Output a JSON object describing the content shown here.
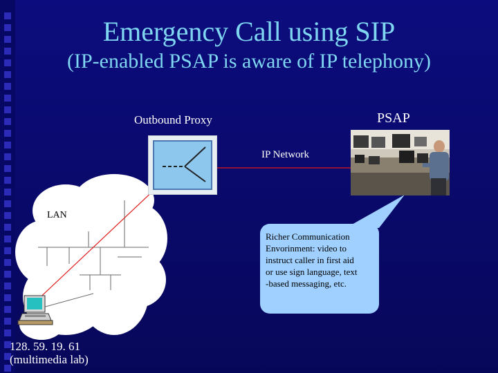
{
  "title": "Emergency Call using SIP",
  "subtitle": "(IP-enabled PSAP is aware of IP telephony)",
  "labels": {
    "outbound_proxy": "Outbound Proxy",
    "psap": "PSAP",
    "ip_network": "IP Network",
    "lan": "LAN",
    "ip_address": "128. 59. 19. 61",
    "lab": "(multimedia lab)"
  },
  "callout_lines": [
    "Richer Communication",
    "Envorinment: video to",
    "instruct caller in first aid",
    "or use sign language, text",
    "-based messaging, etc."
  ],
  "colors": {
    "background": "#0c0c7e",
    "title": "#7fd6f0",
    "call_path": "#e01818",
    "callout": "#9fd0ff",
    "cloud": "#ffffff"
  },
  "icons": [
    "sip-proxy-icon",
    "computer-terminal-icon"
  ]
}
